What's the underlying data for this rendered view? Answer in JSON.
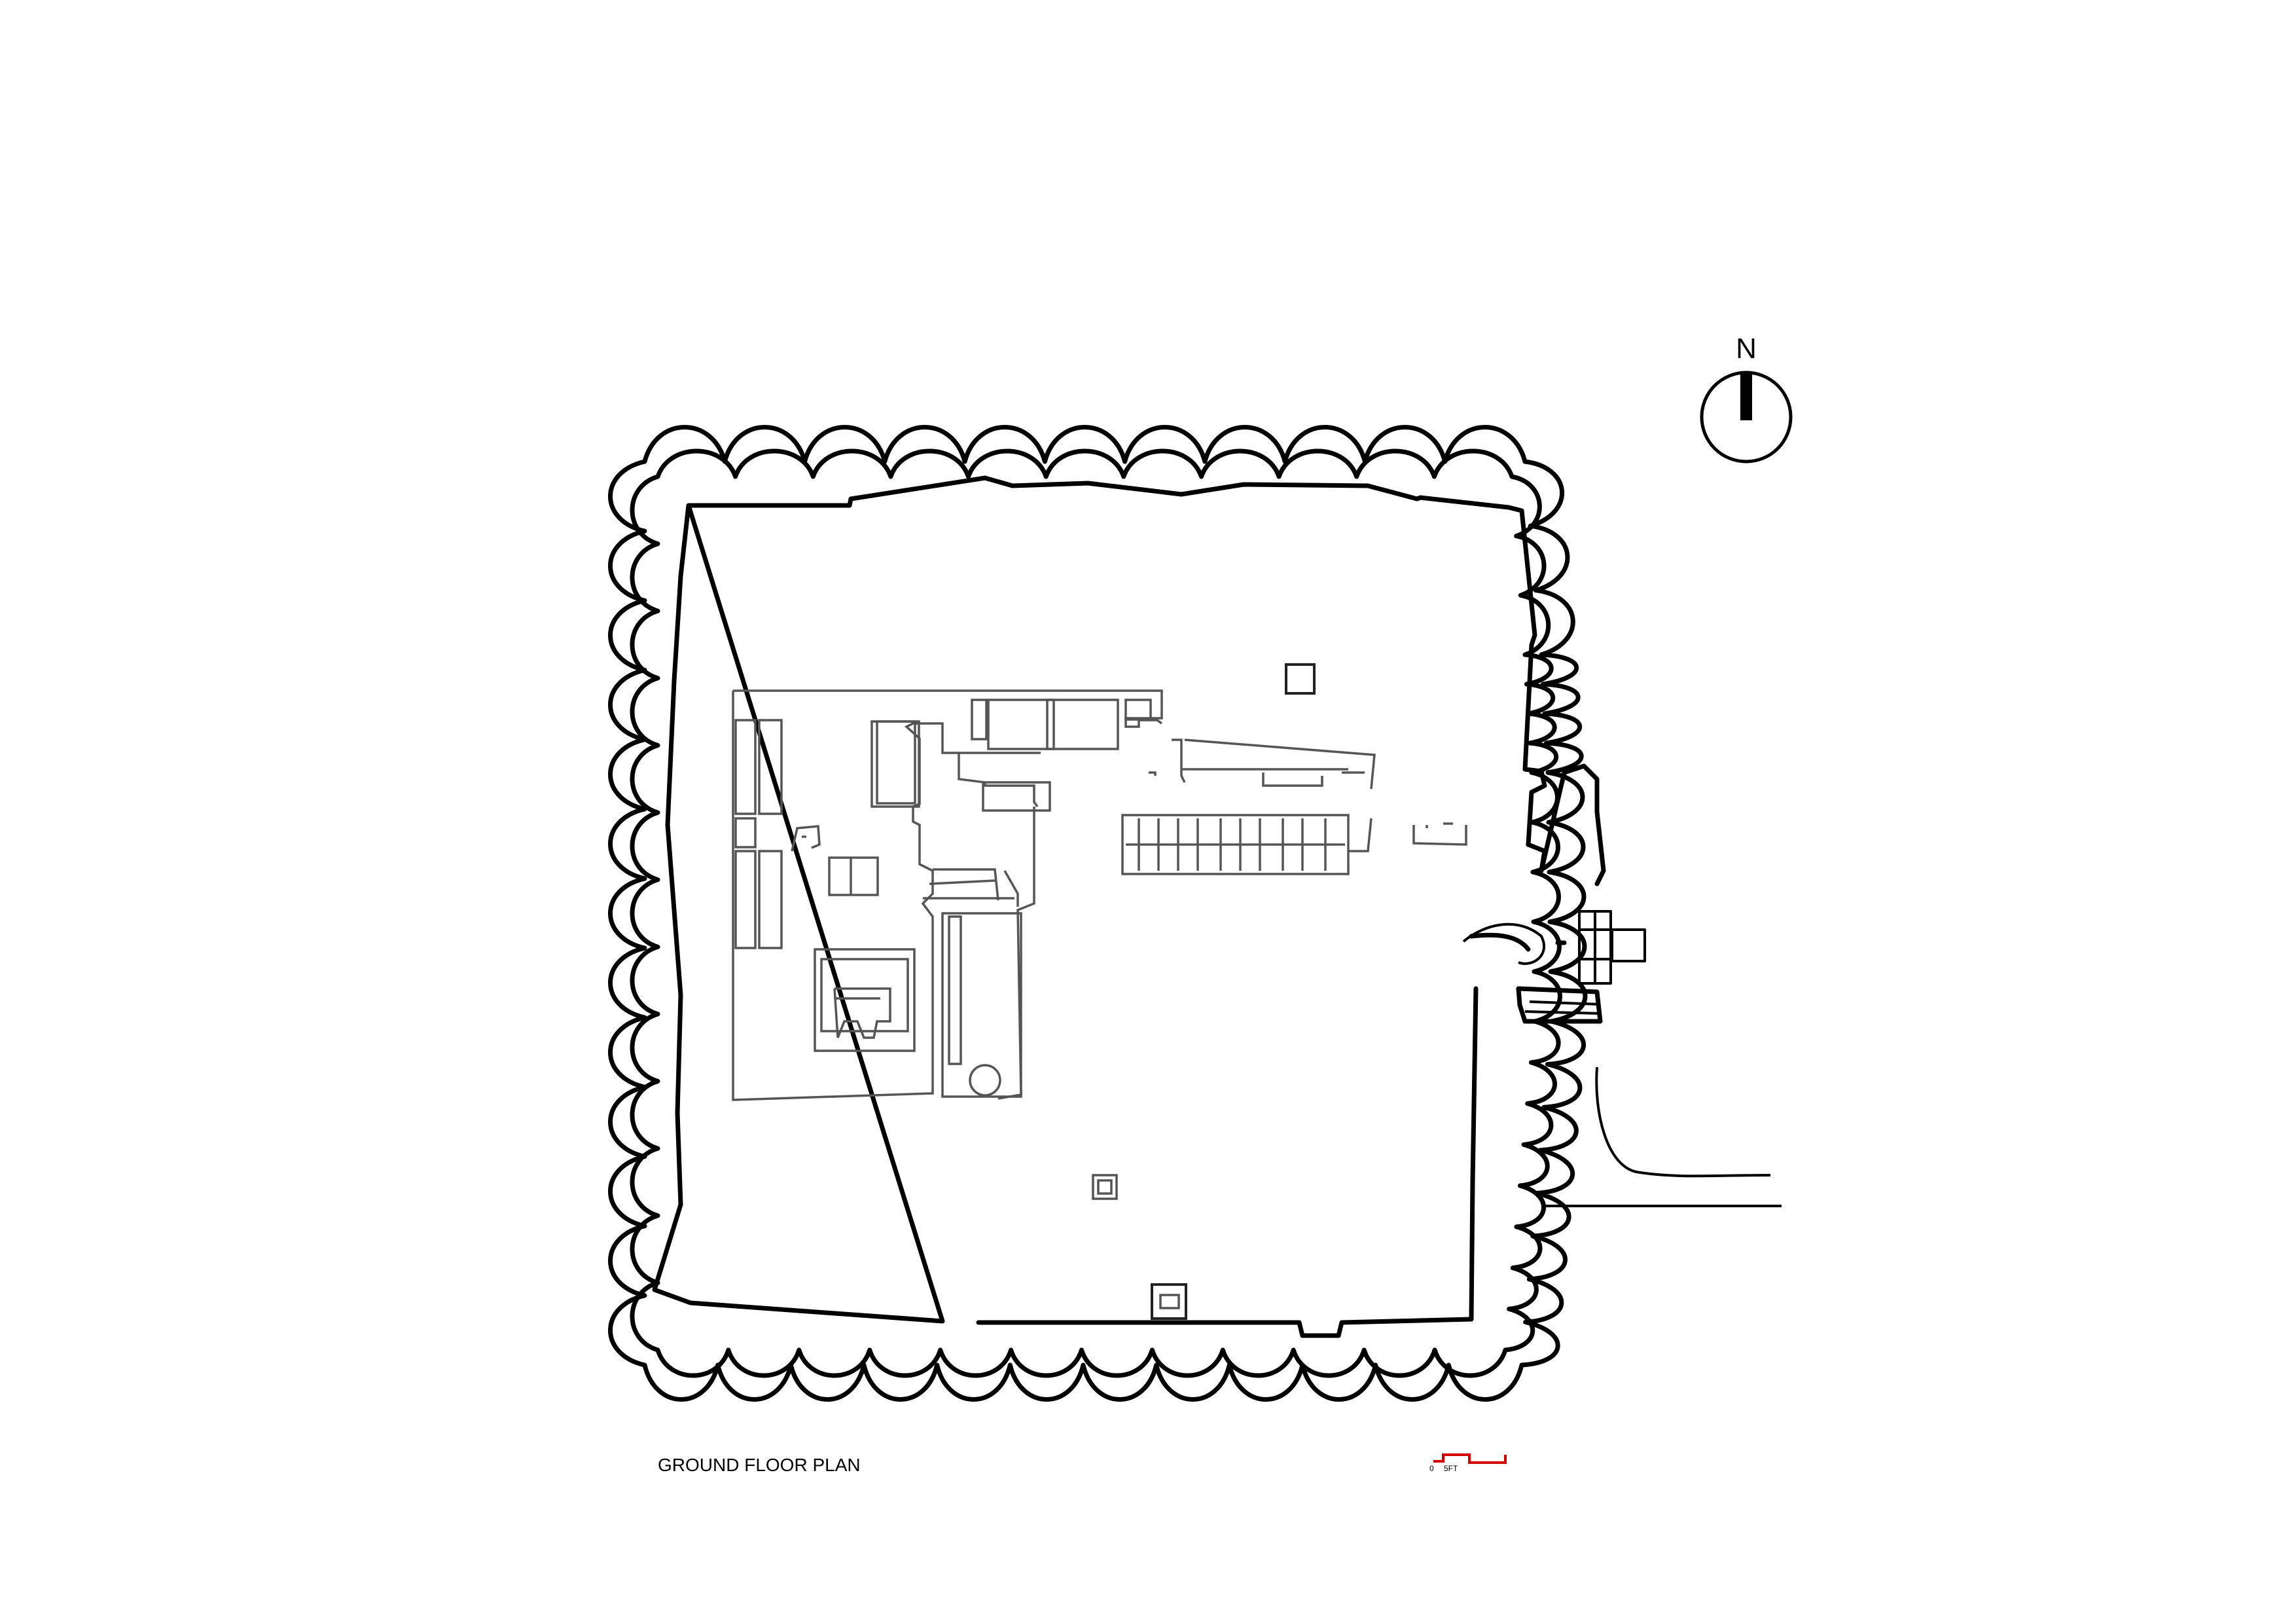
{
  "drawing": {
    "title": "GROUND FLOOR PLAN",
    "north_label": "N",
    "scale_label_start": "0",
    "scale_label_unit": "5FT",
    "scale_color": "#d40000"
  }
}
